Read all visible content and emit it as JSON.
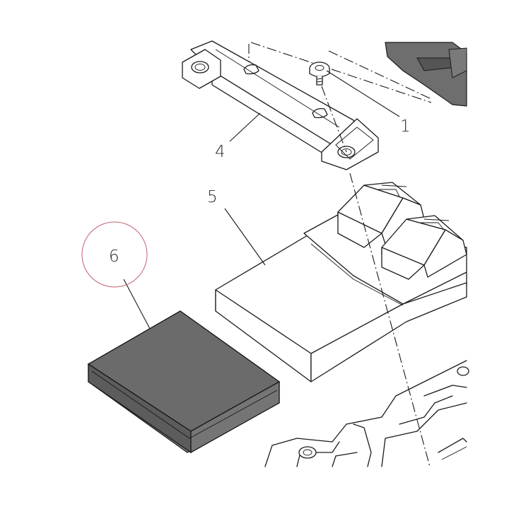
{
  "callouts": [
    {
      "id": "1",
      "text": "1"
    },
    {
      "id": "4",
      "text": "4"
    },
    {
      "id": "5",
      "text": "5"
    },
    {
      "id": "6",
      "text": "6"
    }
  ],
  "colors": {
    "line": "#1a1a1a",
    "highlight_circle": "#c06070",
    "part6_fill": "#6b6b6b",
    "part_top_fill": "#8a8a8a"
  },
  "highlighted_callout": "6"
}
